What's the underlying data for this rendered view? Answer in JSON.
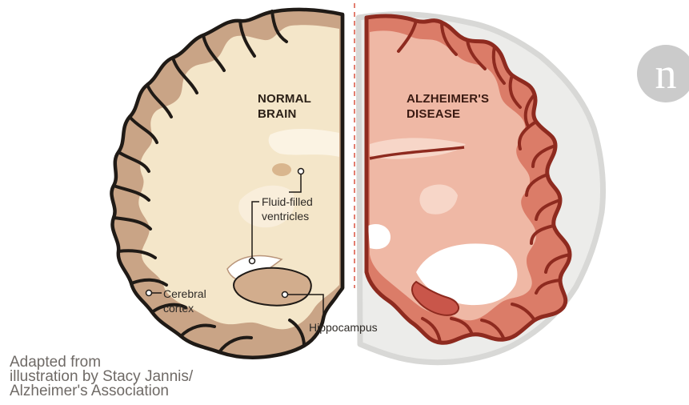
{
  "labels": {
    "normal": [
      "NORMAL",
      "BRAIN"
    ],
    "alzheimers": [
      "ALZHEIMER'S",
      "DISEASE"
    ],
    "ventricles": [
      "Fluid-filled",
      "ventricles"
    ],
    "cortex": [
      "Cerebral",
      "cortex"
    ],
    "hippocampus": "Hippocampus"
  },
  "credit": {
    "lines": [
      "Adapted from",
      "illustration by Stacy Jannis/",
      "Alzheimer's Association"
    ]
  },
  "logo": {
    "letter": "n"
  },
  "colors": {
    "normal_cortex": "#c9a486",
    "normal_white_matter": "#f4e6c9",
    "alz_cortex": "#db7c68",
    "alz_white_matter": "#efb8a5",
    "alz_outline": "#8e2a1f",
    "ghost": "#eeeeec",
    "divider": "#e07060"
  }
}
